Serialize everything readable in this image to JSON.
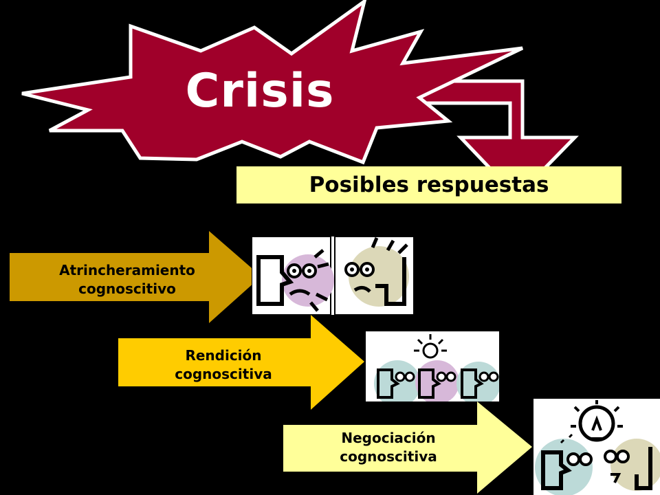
{
  "title": "Crisis",
  "subtitle": "Posibles respuestas",
  "colors": {
    "background": "#000000",
    "burst": "#a0002a",
    "box": "#ffff99",
    "arrow1": "#cc9900",
    "arrow2": "#ffcc00",
    "arrow3": "#ffff99"
  },
  "responses": [
    {
      "line1": "Atrincheramiento",
      "line2": "cognoscitivo"
    },
    {
      "line1": "Rendición",
      "line2": "cognoscitiva"
    },
    {
      "line1": "Negociación",
      "line2": "cognoscitiva"
    }
  ],
  "icons": [
    "angry-faces-icon",
    "three-faces-idea-icon",
    "two-faces-idea-icon"
  ]
}
